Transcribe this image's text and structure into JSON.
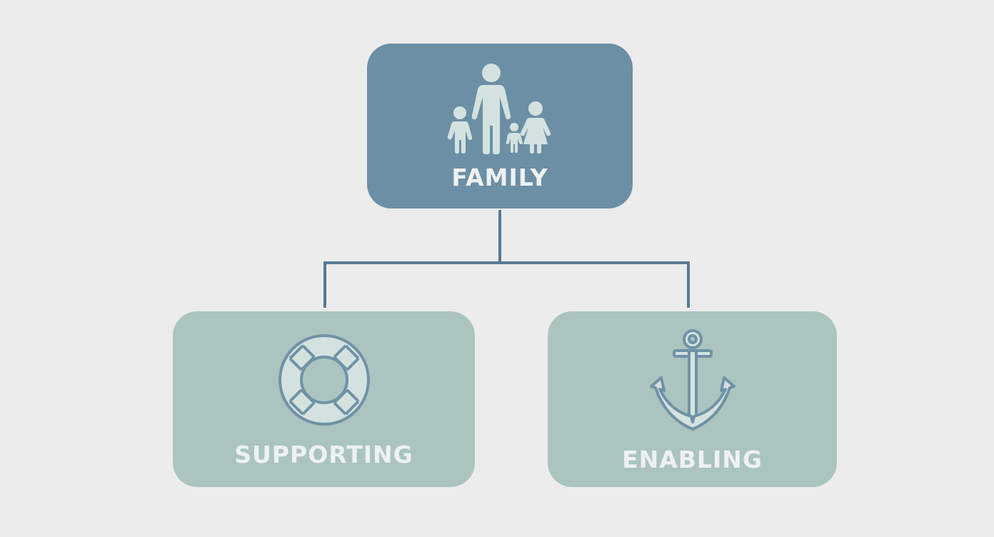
{
  "colors": {
    "background": "#ececec",
    "parent_box": "#6b8fa5",
    "child_box": "#abc4bf",
    "connector": "#567a96",
    "icon_light": "#d4e2df",
    "icon_line": "#6f92a6"
  },
  "diagram": {
    "root": {
      "label": "FAMILY",
      "icon": "family-icon"
    },
    "children": [
      {
        "label": "SUPPORTING",
        "icon": "lifebuoy-icon"
      },
      {
        "label": "ENABLING",
        "icon": "anchor-icon"
      }
    ]
  }
}
